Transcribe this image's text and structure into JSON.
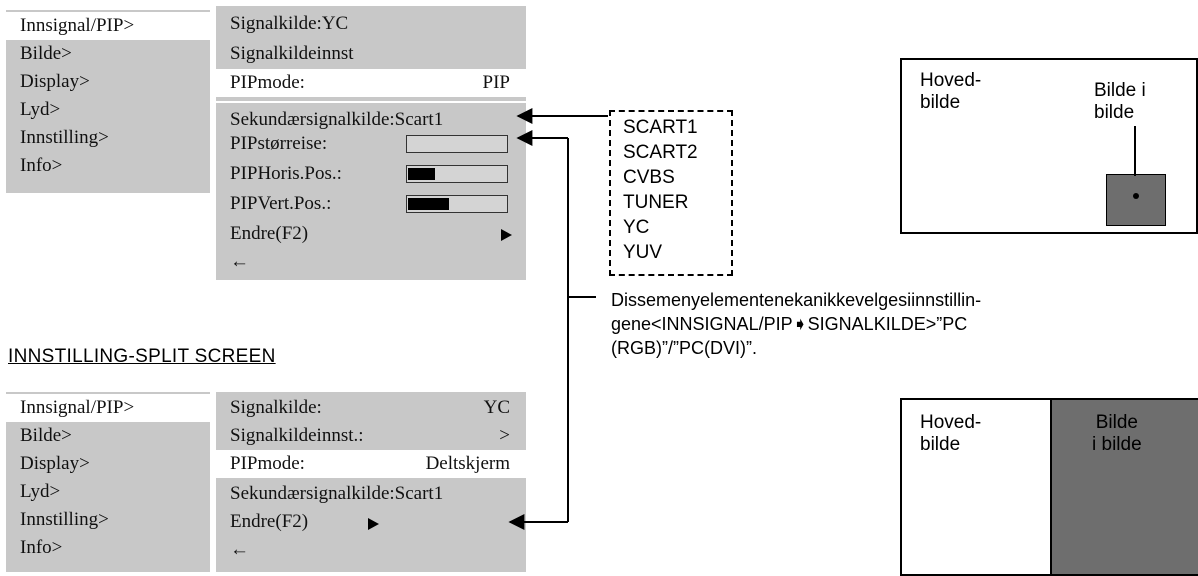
{
  "menu1": {
    "left": [
      "Innsignal/PIP>",
      "Bilde>",
      "Display>",
      "Lyd>",
      "Innstilling>",
      "Info>"
    ],
    "right": {
      "signalkilde": "Signalkilde:YC",
      "signalkildeinnst": "Signalkildeinnst",
      "pipmode_label": "PIPmode:",
      "pipmode_value": "PIP",
      "sekundar": "Sekundærsignalkilde:Scart1",
      "pipstorrelse": "PIPstørreise:",
      "piphoris": "PIPHoris.Pos.:",
      "pipvert": "PIPVert.Pos.:",
      "endre": "Endre(F2)",
      "back": "←"
    },
    "levels": {
      "pipstorrelse": 0,
      "piphoris": 0.28,
      "pipvert": 0.42
    }
  },
  "source_options": [
    "SCART1",
    "SCART2",
    "CVBS",
    "TUNER",
    "YC",
    "YUV"
  ],
  "note": {
    "line1": "Dissemenyelementenekanikkevelgesiinnstillin-",
    "line2": "gene<INNSIGNAL/PIP➧SIGNALKILDE>”PC",
    "line3": "(RGB)”/”PC(DVI)”."
  },
  "section2_title": "INNSTILLING-SPLIT  SCREEN",
  "menu2": {
    "left": [
      "Innsignal/PIP>",
      "Bilde>",
      "Display>",
      "Lyd>",
      "Innstilling>",
      "Info>"
    ],
    "right": {
      "signalkilde_label": "Signalkilde:",
      "signalkilde_value": "YC",
      "signalkildeinnst_label": "Signalkildeinnst.:",
      "signalkildeinnst_value": ">",
      "pipmode_label": "PIPmode:",
      "pipmode_value": "Deltskjerm",
      "sekundar": "Sekundærsignalkilde:Scart1",
      "endre": "Endre(F2)",
      "back": "←"
    }
  },
  "diagram1": {
    "main_label_1": "Hoved-",
    "main_label_2": "bilde",
    "pip_label_1": "Bilde i",
    "pip_label_2": "bilde"
  },
  "diagram2": {
    "main_label_1": "Hoved-",
    "main_label_2": "bilde",
    "pip_label_1": "Bilde",
    "pip_label_2": "i bilde"
  },
  "colors": {
    "menu_bg": "#c8c8c8",
    "highlight": "#ffffff",
    "pip_fill": "#6e6e6e"
  }
}
